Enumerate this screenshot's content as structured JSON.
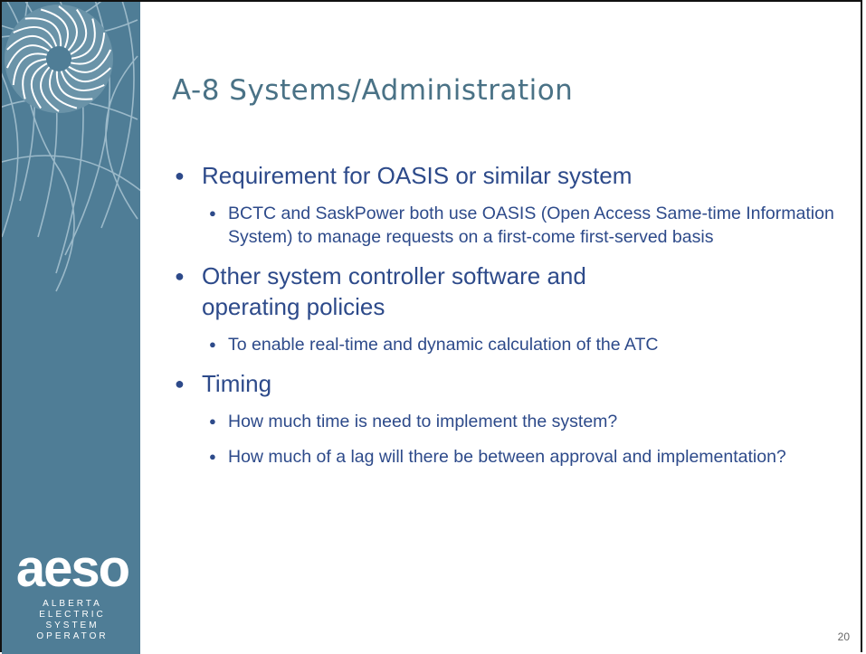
{
  "slide": {
    "title": "A-8 Systems/Administration",
    "page_number": "20",
    "bullets": [
      {
        "text": "Requirement for OASIS or similar system",
        "sub": [
          "BCTC and SaskPower both use OASIS (Open Access Same-time Information System) to manage requests on a first-come first-served basis"
        ]
      },
      {
        "text": "Other system controller software and operating policies",
        "sub": [
          "To enable real-time and dynamic calculation of the ATC"
        ]
      },
      {
        "text": "Timing",
        "sub": [
          "How much time is need to implement the system?",
          "How much of a lag will there be between approval and implementation?"
        ]
      }
    ]
  },
  "logo": {
    "word": "aeso",
    "lines": [
      "ALBERTA",
      "ELECTRIC",
      "SYSTEM",
      "OPERATOR"
    ]
  },
  "colors": {
    "sidebar": "#4f7d96",
    "title": "#4a7286",
    "body_text": "#2d4a8a"
  }
}
